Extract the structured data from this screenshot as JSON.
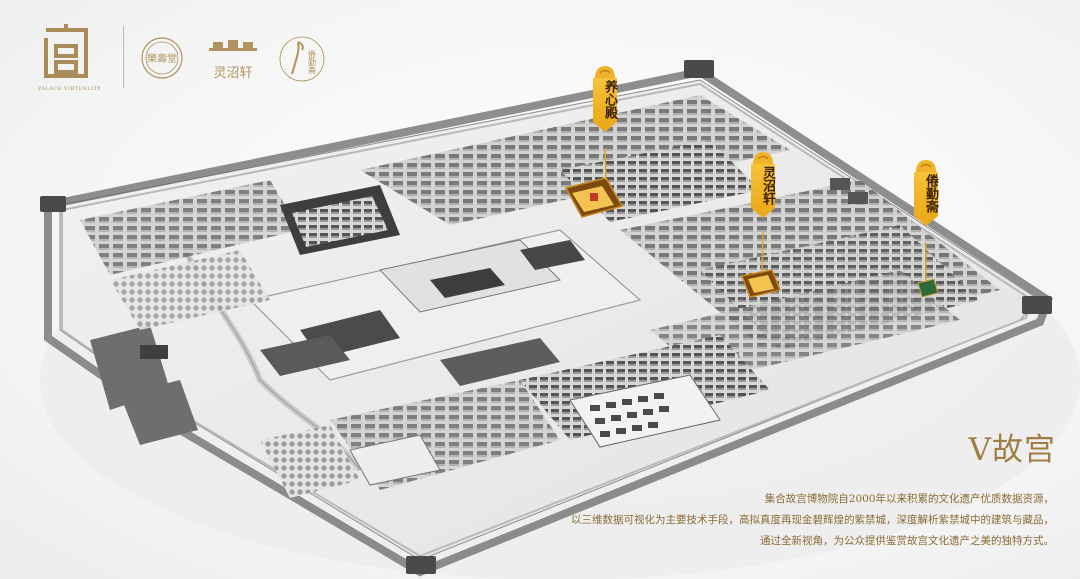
{
  "brand": {
    "logo_caption": "PALACE VIRTUALITY",
    "partner_logos": [
      {
        "name": "seal-logo",
        "text": "樂壽堂"
      },
      {
        "name": "lingzhaoxuan-logo",
        "text": "灵沼轩"
      },
      {
        "name": "crane-logo",
        "text": "倦勤斋"
      }
    ]
  },
  "map": {
    "labels": [
      {
        "id": "yangxindian",
        "text": "养心殿"
      },
      {
        "id": "lingzhaoxuan",
        "text": "灵沼轩"
      },
      {
        "id": "juanqinzhai",
        "text": "倦勤斋"
      }
    ]
  },
  "hero": {
    "title": "V故宫",
    "description": [
      "集合故宫博物院自2000年以来积累的文化遗产优质数据资源，",
      "以三维数据可视化为主要技术手段，高拟真度再现金碧辉煌的紫禁城，深度解析紫禁城中的建筑与藏品，",
      "通过全新视角，为公众提供鉴赏故宫文化遗产之美的独特方式。"
    ]
  },
  "colors": {
    "gold": "#f0b22a",
    "gold_dark": "#d7951a",
    "brand_brown": "#a98c5a",
    "title_brown": "#a07d43",
    "map_wall": "#5a5a5a",
    "map_roof": "#3c3c3c"
  }
}
